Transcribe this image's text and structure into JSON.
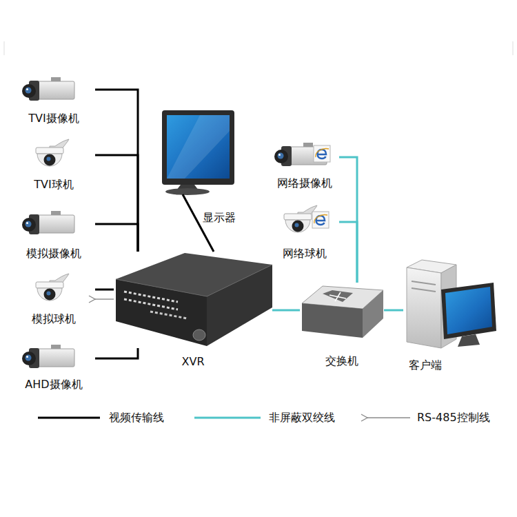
{
  "diagram": {
    "nodes": [
      {
        "text": [
          "TVI摄像机"
        ]
      },
      {
        "text": [
          "TVI球机"
        ]
      },
      {
        "text": [
          "模拟摄像机"
        ]
      },
      {
        "text": [
          "模拟球机"
        ]
      },
      {
        "text": [
          "AHD摄像机"
        ]
      },
      {
        "text": [
          "显示器"
        ]
      },
      {
        "text": [
          "XVR"
        ]
      },
      {
        "text": [
          "网络摄像机"
        ]
      },
      {
        "text": [
          "网络球机"
        ]
      },
      {
        "text": [
          "交换机"
        ]
      },
      {
        "text": [
          "客户端"
        ]
      }
    ],
    "edges": [
      {
        "from": 0,
        "to": 6,
        "arrow": "none"
      },
      {
        "from": 1,
        "to": 6,
        "arrow": "none"
      },
      {
        "from": 2,
        "to": 6,
        "arrow": "none"
      },
      {
        "from": 3,
        "to": 6,
        "arrow": "none"
      },
      {
        "from": 6,
        "to": 3,
        "arrow": "to"
      },
      {
        "from": 4,
        "to": 6,
        "arrow": "none"
      },
      {
        "from": 5,
        "to": 6,
        "arrow": "none"
      },
      {
        "from": 7,
        "to": 9,
        "arrow": "none"
      },
      {
        "from": 8,
        "to": 9,
        "arrow": "none"
      },
      {
        "from": 6,
        "to": 9,
        "arrow": "none"
      },
      {
        "from": 9,
        "to": 10,
        "arrow": "none"
      }
    ],
    "legend": [
      {
        "text": "视频传输线"
      },
      {
        "text": "非屏蔽双绞线"
      },
      {
        "text": "RS-485控制线"
      }
    ]
  }
}
